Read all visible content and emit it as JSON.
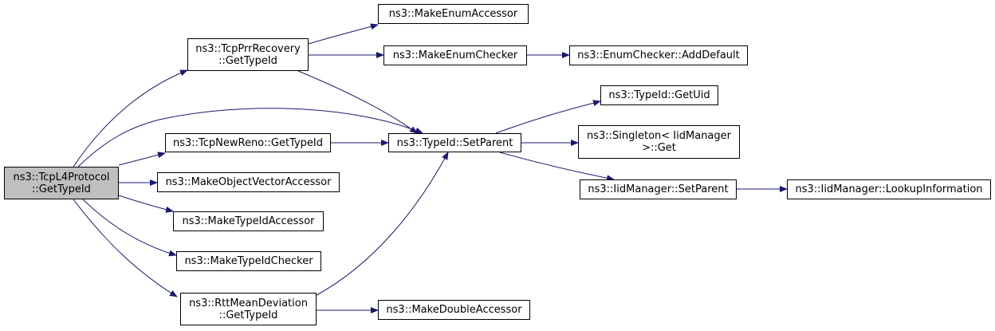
{
  "colors": {
    "edge": "#191970",
    "root_fill": "#bfbfbf",
    "node_fill": "#ffffff",
    "border": "#000000"
  },
  "nodes": {
    "root": "ns3::TcpL4Protocol\n::GetTypeId",
    "tcp_prr_get_type_id": "ns3::TcpPrrRecovery\n::GetTypeId",
    "tcp_new_reno_get_type_id": "ns3::TcpNewReno::GetTypeId",
    "make_object_vector_accessor": "ns3::MakeObjectVectorAccessor",
    "make_type_id_accessor": "ns3::MakeTypeIdAccessor",
    "make_type_id_checker": "ns3::MakeTypeIdChecker",
    "rtt_mean_deviation_get_type_id": "ns3::RttMeanDeviation\n::GetTypeId",
    "make_enum_accessor": "ns3::MakeEnumAccessor",
    "make_enum_checker": "ns3::MakeEnumChecker",
    "type_id_set_parent": "ns3::TypeId::SetParent",
    "make_double_accessor": "ns3::MakeDoubleAccessor",
    "enum_checker_add_default": "ns3::EnumChecker::AddDefault",
    "type_id_get_uid": "ns3::TypeId::GetUid",
    "singleton_iid_manager_get": "ns3::Singleton< IidManager\n >::Get",
    "iid_manager_set_parent": "ns3::IidManager::SetParent",
    "iid_manager_lookup_information": "ns3::IidManager::LookupInformation"
  },
  "edges": [
    [
      "root",
      "tcp_prr_get_type_id"
    ],
    [
      "root",
      "type_id_set_parent"
    ],
    [
      "root",
      "tcp_new_reno_get_type_id"
    ],
    [
      "root",
      "make_object_vector_accessor"
    ],
    [
      "root",
      "make_type_id_accessor"
    ],
    [
      "root",
      "make_type_id_checker"
    ],
    [
      "root",
      "rtt_mean_deviation_get_type_id"
    ],
    [
      "tcp_prr_get_type_id",
      "make_enum_accessor"
    ],
    [
      "tcp_prr_get_type_id",
      "make_enum_checker"
    ],
    [
      "tcp_prr_get_type_id",
      "type_id_set_parent"
    ],
    [
      "tcp_new_reno_get_type_id",
      "type_id_set_parent"
    ],
    [
      "rtt_mean_deviation_get_type_id",
      "type_id_set_parent"
    ],
    [
      "rtt_mean_deviation_get_type_id",
      "make_double_accessor"
    ],
    [
      "make_enum_checker",
      "enum_checker_add_default"
    ],
    [
      "type_id_set_parent",
      "type_id_get_uid"
    ],
    [
      "type_id_set_parent",
      "singleton_iid_manager_get"
    ],
    [
      "type_id_set_parent",
      "iid_manager_set_parent"
    ],
    [
      "iid_manager_set_parent",
      "iid_manager_lookup_information"
    ]
  ]
}
